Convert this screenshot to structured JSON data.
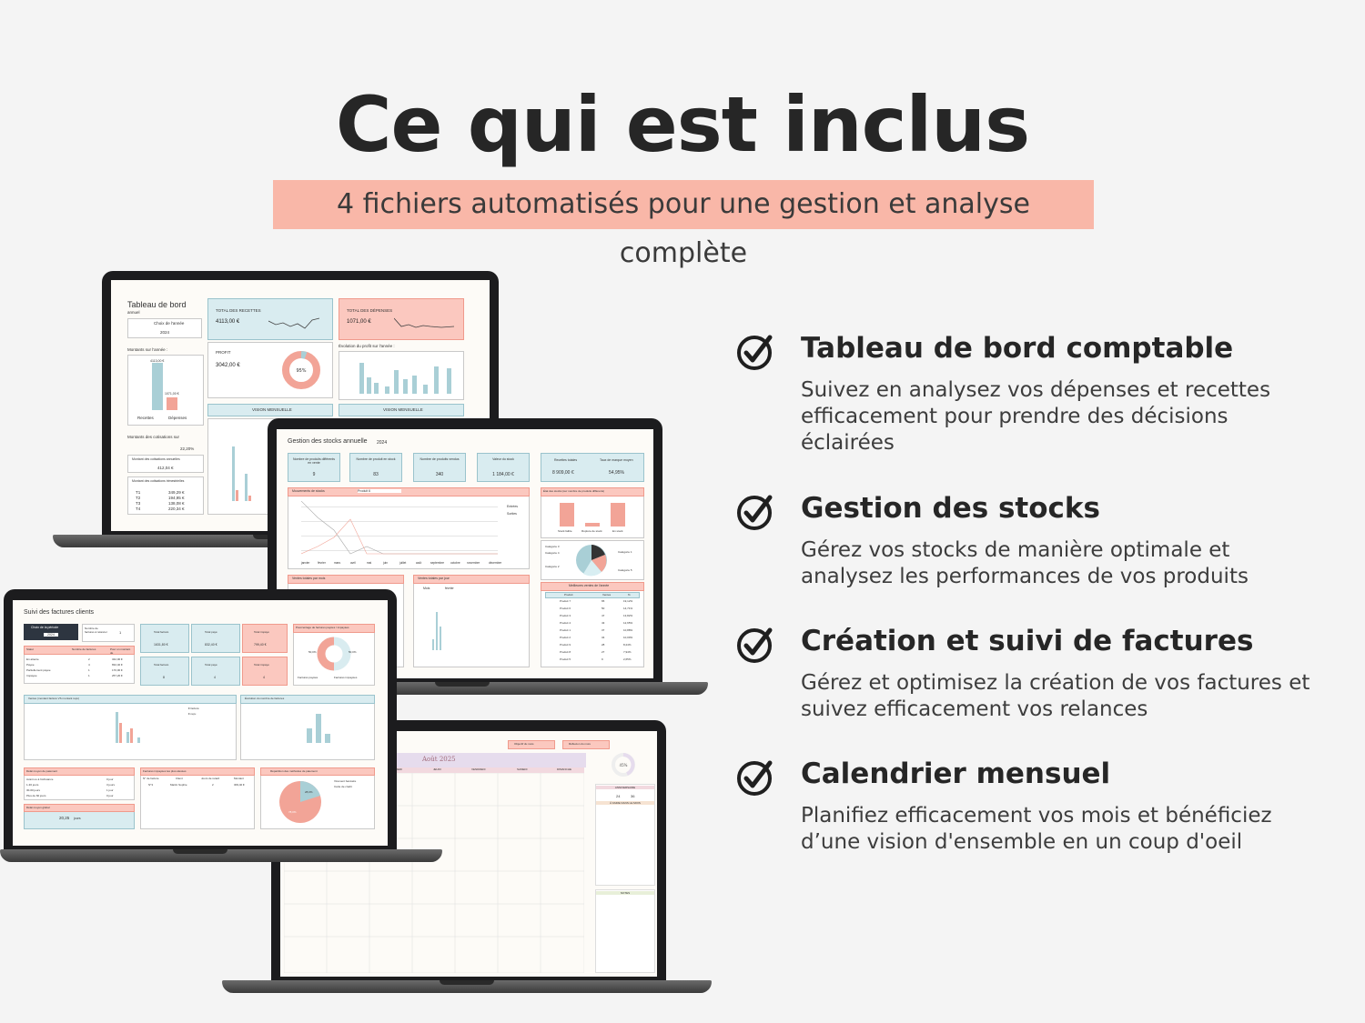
{
  "header": {
    "title": "Ce qui est inclus",
    "subtitle": "4 fichiers automatisés pour une gestion et analyse complète"
  },
  "features": [
    {
      "title": "Tableau de bord comptable",
      "description": "Suivez en analysez vos dépenses et recettes efficacement pour prendre des décisions éclairées",
      "icon": "check-circle-icon"
    },
    {
      "title": "Gestion des stocks",
      "description": "Gérez vos stocks de manière optimale et analysez les performances de vos produits",
      "icon": "check-circle-icon"
    },
    {
      "title": "Création et suivi de factures",
      "description": "Gérez et optimisez la création de vos factures et suivez efficacement vos relances",
      "icon": "check-circle-icon"
    },
    {
      "title": "Calendrier mensuel",
      "description": "Planifiez efficacement vos mois et bénéficiez d’une vision d'ensemble en un coup d'oeil",
      "icon": "check-circle-icon"
    }
  ],
  "screens": {
    "dashboard": {
      "title": "Tableau de bord",
      "subtitle": "annuel",
      "period_label": "Choix de l'année",
      "year": "2024",
      "recettes_label": "TOTAL DES RECETTES",
      "recettes_value": "4113,00 €",
      "depenses_label": "TOTAL DES DÉPENSES",
      "depenses_value": "1071,00 €",
      "profit_label": "PROFIT",
      "profit_value": "3042,00 €",
      "profit_pct": "95%",
      "evolution_label": "Évolution du profit sur l'année :",
      "montants_label": "Montants sur l'année :",
      "bar_value_1": "4113,00 €",
      "bar_value_2": "1071,00 €",
      "vision_label_1": "VISION MENSUELLE",
      "vision_label_2": "VISION MENSUELLE",
      "legend_recettes": "Recettes",
      "legend_depenses": "Dépenses",
      "cotisations_label": "Montants des cotisations sur",
      "cotisations_box": "Montant des cotisations annuelles",
      "cotisations_value": "412,04 €",
      "cotisations_trim": "Montant des cotisations trimestrielles",
      "quarters": [
        "T1",
        "T2",
        "T3",
        "T4"
      ],
      "quarter_values": [
        "349,29 €",
        "194,95 €",
        "138,08 €",
        "220,34 €"
      ],
      "rate": "22,20%"
    },
    "stocks": {
      "title": "Gestion des stocks annuelle",
      "year": "2024",
      "kpis": [
        {
          "label": "Nombre de produits différents en vente",
          "value": "9"
        },
        {
          "label": "Nombre de produit en stock",
          "value": "83"
        },
        {
          "label": "Nombre de produits vendus",
          "value": "340"
        },
        {
          "label": "Valeur du stock",
          "value": "1 184,00 €"
        }
      ],
      "recettes_label": "Recettes totales",
      "recettes_value": "8 909,00 €",
      "marge_label": "Taux de marque moyen",
      "marge_value": "54,95%",
      "mouvements_label": "Mouvements de stocks",
      "product_select": "Produit 6",
      "legend_entrees": "Entrées",
      "legend_sorties": "Sorties",
      "etat_label": "État des stocks (sur nombre de produits différents)",
      "stock_states": [
        "Stock faible",
        "Rupture de stock",
        "En stock"
      ],
      "months": [
        "janvier",
        "février",
        "mars",
        "avril",
        "mai",
        "juin",
        "juillet",
        "août",
        "septembre",
        "octobre",
        "novembre",
        "décembre"
      ],
      "ventes_label": "Ventes totales par mois",
      "ventes_jour_label": "Ventes totales par jour",
      "mois_label": "Mois",
      "mois_value": "février",
      "categories": [
        "Catégorie 3",
        "Catégorie 4",
        "Catégorie 2",
        "Catégorie 1",
        "Catégorie 5"
      ],
      "best_label": "Meilleures ventes de l'année",
      "best_headers": [
        "Produit",
        "Ventes",
        "%"
      ],
      "best_rows": [
        [
          "Produit 7",
          "65",
          "19,12%"
        ],
        [
          "Produit 6",
          "50",
          "14,71%"
        ],
        [
          "Produit 3",
          "47",
          "13,82%"
        ],
        [
          "Produit 4",
          "43",
          "12,65%"
        ],
        [
          "Produit 1",
          "37",
          "10,88%"
        ],
        [
          "Produit 2",
          "34",
          "10,00%"
        ],
        [
          "Produit 9",
          "28",
          "8,24%"
        ],
        [
          "Produit 8",
          "27",
          "7,94%"
        ],
        [
          "Produit 5",
          "9",
          "2,65%"
        ]
      ]
    },
    "invoices": {
      "title": "Suivi des factures clients",
      "period_label": "Choix de la période",
      "period_value": "2024",
      "relancer_label": "Nombre de factures à relancer",
      "relancer_value": "1",
      "total_facture_label": "Total facturé",
      "total_facture_value": "1631,80 €",
      "total_paye_label": "Total payé",
      "total_paye_value": "832,40 €",
      "total_impaye_label": "Total impayé",
      "total_impaye_value": "799,40 €",
      "count_facture_label": "Total facturé",
      "count_facture_value": "8",
      "count_paye_label": "Total payé",
      "count_paye_value": "4",
      "count_impaye_label": "Total impayé",
      "count_impaye_value": "4",
      "pct_label": "Pourcentage de factures payées / impayées",
      "pct_paid": "50,0%",
      "pct_unpaid": "50,0%",
      "legend_paid": "Factures payées",
      "legend_unpaid": "Factures impayées",
      "status_headers": [
        "Statut",
        "Nombre de factures",
        "Pour un montant de"
      ],
      "status_rows": [
        [
          "En attente",
          "2",
          "342,00 €"
        ],
        [
          "Payée",
          "4",
          "832,40 €"
        ],
        [
          "Partiellement payée",
          "1",
          "170,00 €"
        ],
        [
          "Impayée",
          "1",
          "257,20 €"
        ]
      ],
      "ventes_label": "Ventes (montant facturé VS montant reçu)",
      "legend_facture": "€ facturé",
      "legend_recu": "€ reçu",
      "evolution_label": "Évolution du nombre de factures",
      "delai_label": "Délai moyen de paiement",
      "delai_rows": [
        [
          "Avant ou à l'échéance",
          "0 jour"
        ],
        [
          "1-30 jours",
          "3 jours"
        ],
        [
          "30-60 jours",
          "1 jour"
        ],
        [
          "Plus de 60 jours",
          "0 jour"
        ]
      ],
      "delai_global_label": "Délai moyen global",
      "delai_global_value": "20,25",
      "delai_global_unit": "jours",
      "impayees_label": "Factures impayées les plus élevées",
      "impayees_headers": [
        "N° de facture",
        "Client",
        "Jours de retard",
        "Montant"
      ],
      "impayees_row": [
        "N°3",
        "Martin Sophie",
        "2",
        "309,40 €"
      ],
      "methodes_label": "Répartition des méthodes de paiement",
      "methode_1": "Virement bancaire",
      "methode_2": "Carte de crédit",
      "methode_pct_1": "28,0%",
      "methode_pct_2": "78,0%"
    },
    "calendar": {
      "month": "Août 2025",
      "progress": "45%",
      "days": [
        "LUNDI",
        "MARDI",
        "MERCREDI",
        "JEUDI",
        "VENDREDI",
        "SAMEDI",
        "DIMANCHE"
      ],
      "side_label": "ANNIVERSAIRE",
      "side_label_2": "À FAIRE DANS LE MOIS",
      "side_label_3": "NOTES",
      "count_a": "24",
      "count_b": "36",
      "top_buttons": [
        "Objectif du mois",
        "Réflexion du mois"
      ]
    }
  },
  "colors": {
    "accent_pink": "#f9b7a8",
    "accent_blue": "#a9cfd6",
    "text_dark": "#262626"
  }
}
